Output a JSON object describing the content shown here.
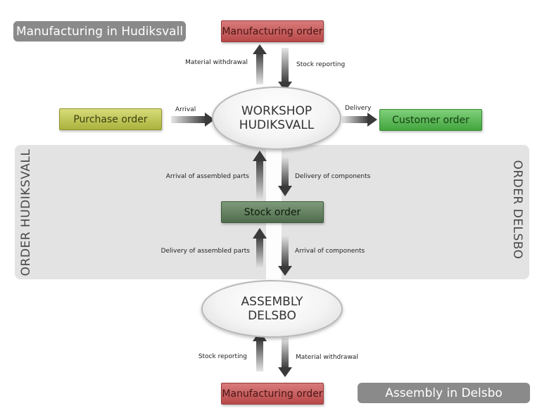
{
  "headers": {
    "manufacturing_site": "Manufacturing in Hudiksvall",
    "assembly_site": "Assembly in Delsbo"
  },
  "band": {
    "left_label": "ORDER HUDIKSVALL",
    "right_label": "ORDER DELSBO"
  },
  "boxes": {
    "manufacturing_order_top": "Manufacturing order",
    "purchase_order": "Purchase order",
    "customer_order": "Customer order",
    "stock_order": "Stock order",
    "manufacturing_order_bottom": "Manufacturing order"
  },
  "nodes": {
    "workshop": [
      "WORKSHOP",
      "HUDIKSVALL"
    ],
    "assembly": [
      "ASSEMBLY",
      "DELSBO"
    ]
  },
  "flows": {
    "material_withdrawal_top": "Material withdrawal",
    "stock_reporting_top": "Stock reporting",
    "arrival": "Arrival",
    "delivery": "Delivery",
    "arrival_of_assembled_parts": "Arrival of assembled parts",
    "delivery_of_components": "Delivery of components",
    "delivery_of_assembled_parts": "Delivery of assembled parts",
    "arrival_of_components": "Arrival of components",
    "stock_reporting_bottom": "Stock reporting",
    "material_withdrawal_bottom": "Material withdrawal"
  },
  "colors": {
    "band": "#e3e3e3",
    "header_pill": "#8a8a8a",
    "red_box": "#c85a5a",
    "yellow_box": "#c2c85a",
    "green_box": "#5cbc57",
    "stock_box": "#66835f",
    "arrow": "#3a3a3a"
  }
}
